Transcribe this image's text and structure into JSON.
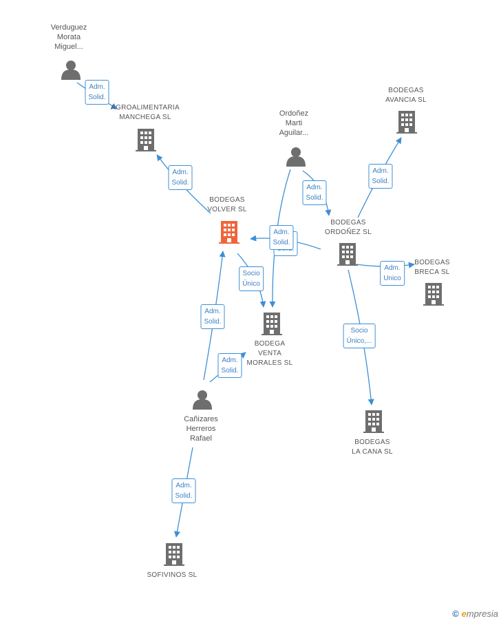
{
  "nodes": [
    {
      "id": "bodegas-volver",
      "type": "company",
      "label": "BODEGAS\nVOLVER SL",
      "highlight": true
    },
    {
      "id": "agroalimentaria",
      "type": "company",
      "label": "AGROALIMENTARIA\nMANCHEGA SL"
    },
    {
      "id": "verduguez",
      "type": "person",
      "label": "Verduguez\nMorata\nMiguel..."
    },
    {
      "id": "ordonez-marti",
      "type": "person",
      "label": "Ordoñez\nMarti\nAguilar..."
    },
    {
      "id": "bodegas-ordonez",
      "type": "company",
      "label": "BODEGAS\nORDOÑEZ SL"
    },
    {
      "id": "bodegas-avancia",
      "type": "company",
      "label": "BODEGAS\nAVANCIA SL"
    },
    {
      "id": "bodegas-breca",
      "type": "company",
      "label": "BODEGAS\nBRECA SL"
    },
    {
      "id": "bodega-venta",
      "type": "company",
      "label": "BODEGA\nVENTA\nMORALES SL"
    },
    {
      "id": "bodegas-la-cana",
      "type": "company",
      "label": "BODEGAS\nLA CANA SL"
    },
    {
      "id": "canizares",
      "type": "person",
      "label": "Cañizares\nHerreros\nRafael"
    },
    {
      "id": "sofivinos",
      "type": "company",
      "label": "SOFIVINOS SL"
    }
  ],
  "edges": [
    {
      "id": "e1",
      "label": "Adm.\nSolid."
    },
    {
      "id": "e2",
      "label": "Adm.\nSolid."
    },
    {
      "id": "e3",
      "label": "Adm.\nSolid."
    },
    {
      "id": "e4",
      "label": "Adm.\nSolid."
    },
    {
      "id": "e5",
      "label": "Adm.\nSolid."
    },
    {
      "id": "e6",
      "label": "Adm.\nSolid."
    },
    {
      "id": "e7",
      "label": "Adm.\nUnico"
    },
    {
      "id": "e8",
      "label": "Socio\nÚnico"
    },
    {
      "id": "e9",
      "label": "Socio\nÚnico,..."
    },
    {
      "id": "e10",
      "label": "Adm.\nSolid."
    },
    {
      "id": "e11",
      "label": "Adm.\nSolid."
    },
    {
      "id": "e12",
      "label": "Adm.\nSolid."
    }
  ],
  "colors": {
    "edge": "#3d8fd6",
    "node": "#6e6e6e",
    "highlight": "#f0643a"
  },
  "brand": {
    "copyright": "©",
    "initial": "e",
    "name": "mpresia"
  }
}
